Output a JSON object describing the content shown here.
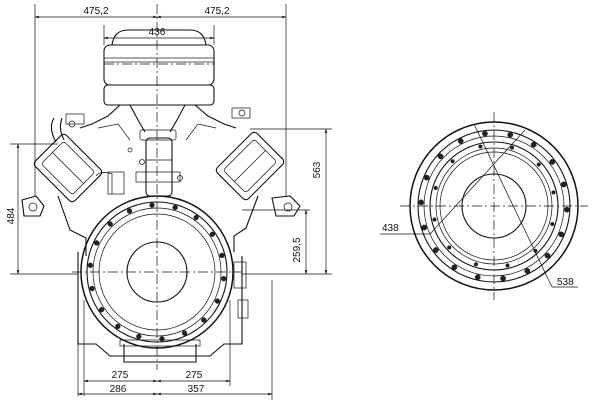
{
  "dimensions": {
    "top_left": "475,2",
    "top_right": "475,2",
    "air_filter_width": "436",
    "total_height": "563",
    "left_height": "484",
    "crank_height": "259,5",
    "bottom_left_inner": "275",
    "bottom_right_inner": "275",
    "bottom_left_outer": "286",
    "bottom_right_outer": "357",
    "flange_inner": "438",
    "flange_outer": "538"
  }
}
